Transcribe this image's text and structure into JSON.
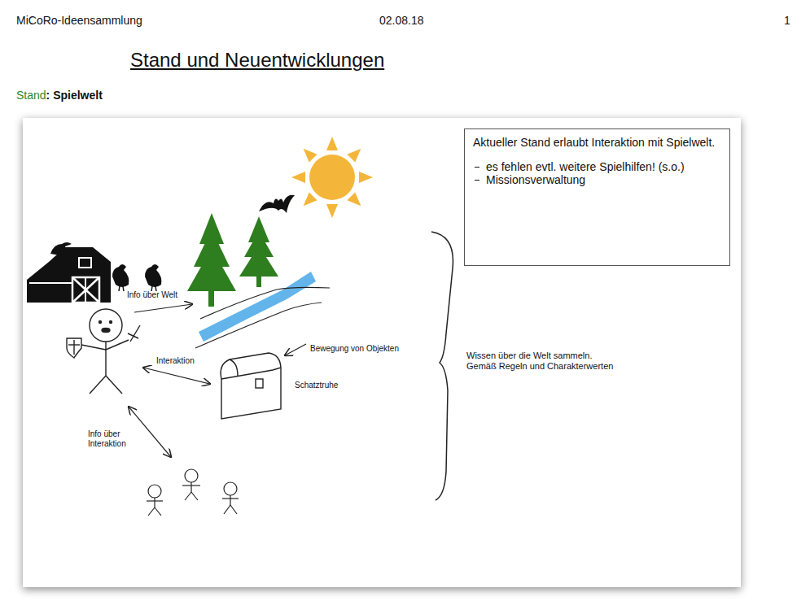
{
  "diagram": {
    "title": "Stand und Neuentwicklungen",
    "nodes": [
      {
        "text": [
          "Aktueller Stand erlaubt Interaktion mit Spielwelt.",
          "es fehlen evtl. weitere Spielhilfen! (s.o.)",
          "Missionsverwaltung"
        ]
      }
    ],
    "labels": [
      "MiCoRo-Ideensammlung",
      "02.08.18",
      "1",
      "Stand",
      ": Spielwelt",
      "Info über Welt",
      "Interaktion",
      "Bewegung von Objekten",
      "Schatztruhe",
      "Info über Interaktion",
      "Wissen über die Welt sammeln. Gemäß Regeln und Charakterwerten"
    ]
  }
}
